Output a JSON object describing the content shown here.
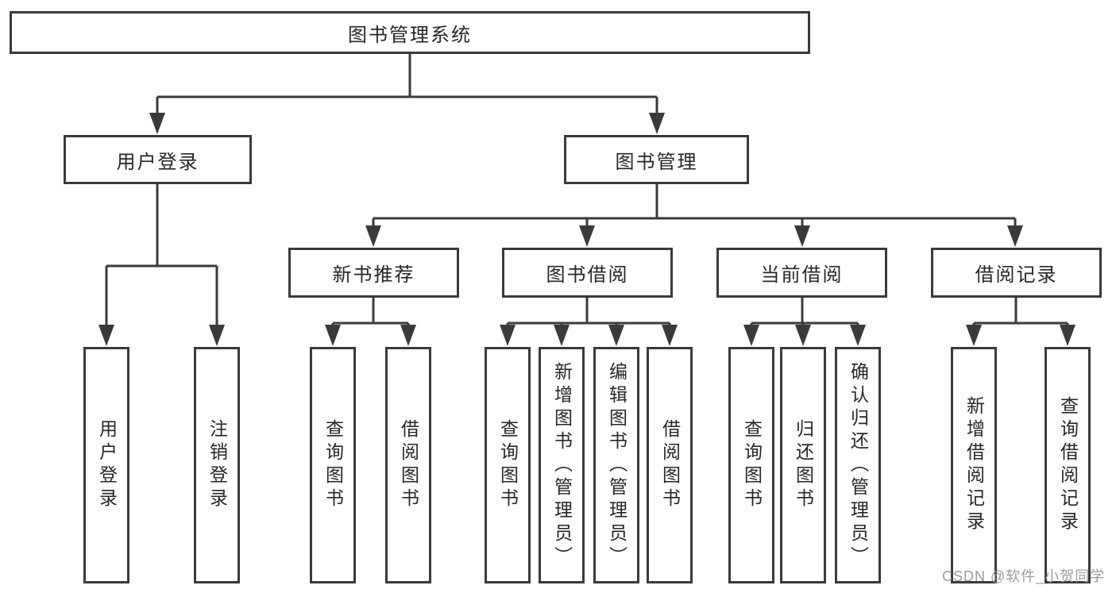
{
  "diagram": {
    "root": {
      "label": "图书管理系统"
    },
    "branches": [
      {
        "label": "用户登录",
        "children": [
          {
            "label": "用户登录"
          },
          {
            "label": "注销登录"
          }
        ]
      },
      {
        "label": "图书管理",
        "children": [
          {
            "label": "新书推荐",
            "children": [
              {
                "label": "查询图书"
              },
              {
                "label": "借阅图书"
              }
            ]
          },
          {
            "label": "图书借阅",
            "children": [
              {
                "label": "查询图书"
              },
              {
                "label": "新增图书（管理员）"
              },
              {
                "label": "编辑图书（管理员）"
              },
              {
                "label": "借阅图书"
              }
            ]
          },
          {
            "label": "当前借阅",
            "children": [
              {
                "label": "查询图书"
              },
              {
                "label": "归还图书"
              },
              {
                "label": "确认归还（管理员）"
              }
            ]
          },
          {
            "label": "借阅记录",
            "children": [
              {
                "label": "新增借阅记录"
              },
              {
                "label": "查询借阅记录"
              }
            ]
          }
        ]
      }
    ]
  },
  "watermark": {
    "text": "CSDN @软件_小贺同学"
  },
  "colors": {
    "line": "#3a3a3a",
    "text": "#262626",
    "watermark": "#9c9c9c",
    "background": "#ffffff"
  }
}
